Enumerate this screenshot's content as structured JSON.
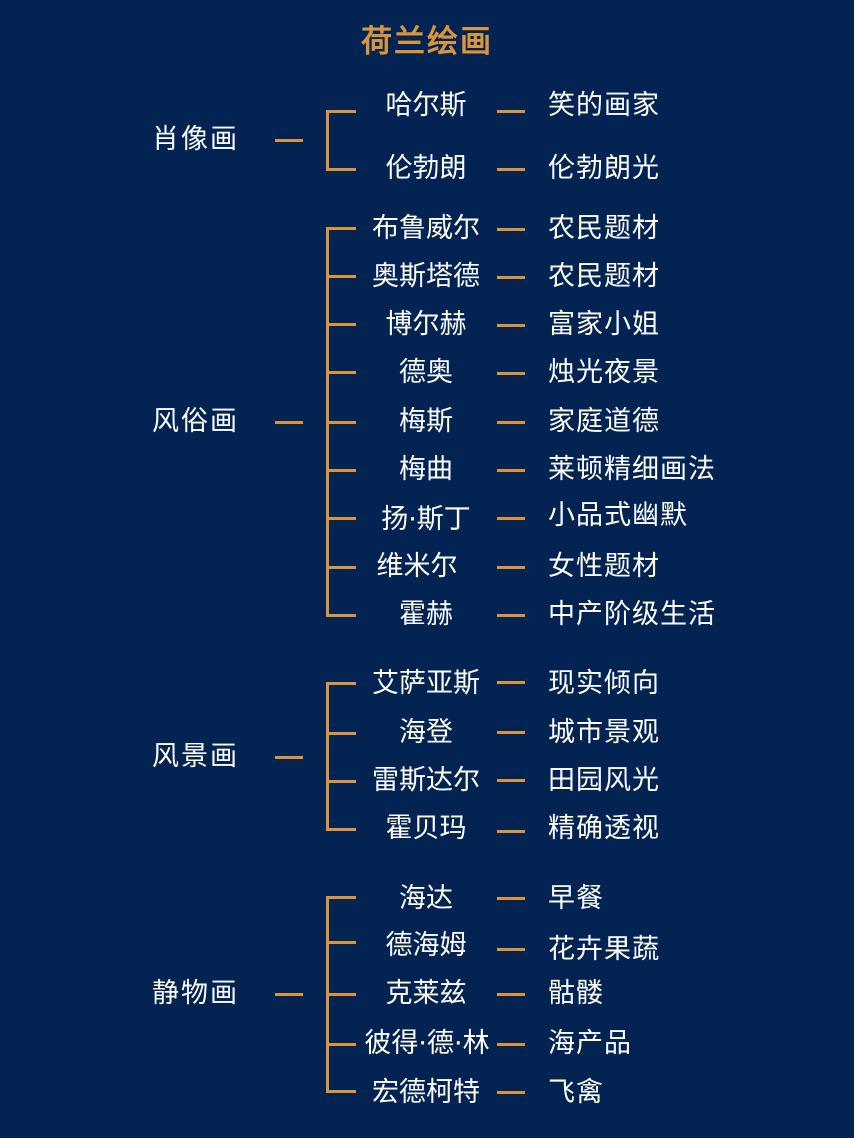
{
  "title": "荷兰绘画",
  "colors": {
    "background": "#032353",
    "accent": "#D9953E",
    "text": "#FFFFFF"
  },
  "groups": [
    {
      "category": "肖像画",
      "items": [
        {
          "painter": "哈尔斯",
          "theme": "笑的画家"
        },
        {
          "painter": "伦勃朗",
          "theme": "伦勃朗光"
        }
      ]
    },
    {
      "category": "风俗画",
      "items": [
        {
          "painter": "布鲁威尔",
          "theme": "农民题材"
        },
        {
          "painter": "奥斯塔德",
          "theme": "农民题材"
        },
        {
          "painter": "博尔赫",
          "theme": "富家小姐"
        },
        {
          "painter": "德奥",
          "theme": "烛光夜景"
        },
        {
          "painter": "梅斯",
          "theme": "家庭道德"
        },
        {
          "painter": "梅曲",
          "theme": "莱顿精细画法"
        },
        {
          "painter": "扬·斯丁",
          "theme": "小品式幽默"
        },
        {
          "painter": "维米尔",
          "theme": "女性题材"
        },
        {
          "painter": "霍赫",
          "theme": "中产阶级生活"
        }
      ]
    },
    {
      "category": "风景画",
      "items": [
        {
          "painter": "艾萨亚斯",
          "theme": "现实倾向"
        },
        {
          "painter": "海登",
          "theme": "城市景观"
        },
        {
          "painter": "雷斯达尔",
          "theme": "田园风光"
        },
        {
          "painter": "霍贝玛",
          "theme": "精确透视"
        }
      ]
    },
    {
      "category": "静物画",
      "items": [
        {
          "painter": "海达",
          "theme": "早餐"
        },
        {
          "painter": "德海姆",
          "theme": "花卉果蔬"
        },
        {
          "painter": "克莱兹",
          "theme": "骷髅"
        },
        {
          "painter": "彼得·德·林",
          "theme": "海产品"
        },
        {
          "painter": "宏德柯特",
          "theme": "飞禽"
        }
      ]
    }
  ]
}
